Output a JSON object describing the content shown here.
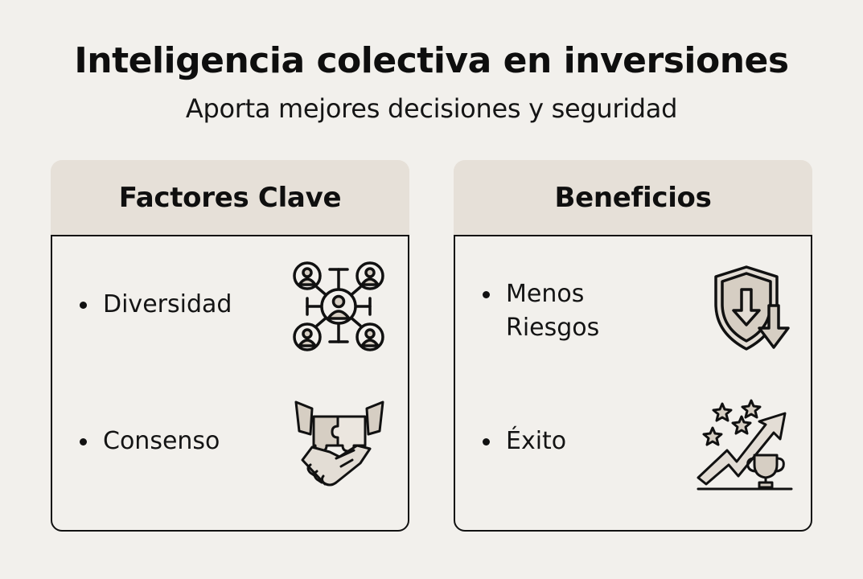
{
  "header": {
    "title": "Inteligencia colectiva en inversiones",
    "subtitle": "Aporta mejores decisiones y seguridad"
  },
  "panels": [
    {
      "title": "Factores Clave",
      "items": [
        {
          "label": "Diversidad",
          "icon": "network-people-icon"
        },
        {
          "label": "Consenso",
          "icon": "handshake-puzzle-icon"
        }
      ]
    },
    {
      "title": "Beneficios",
      "items": [
        {
          "label_line1": "Menos",
          "label_line2": "Riesgos",
          "icon": "shield-down-arrow-icon"
        },
        {
          "label": "Éxito",
          "icon": "trophy-growth-icon"
        }
      ]
    }
  ],
  "colors": {
    "background": "#f2f0ec",
    "header_fill": "#e6e0d8",
    "icon_fill": "#d6cec3",
    "stroke": "#111111"
  }
}
